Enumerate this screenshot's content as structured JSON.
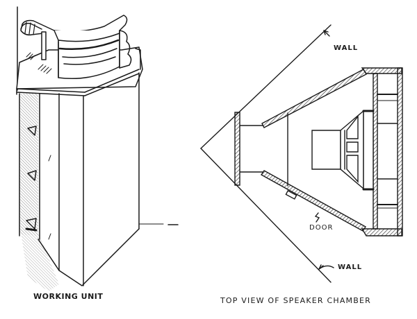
{
  "figure": {
    "left_panel": {
      "caption": "WORKING UNIT",
      "subject": "corner speaker cabinet, perspective view"
    },
    "right_panel": {
      "caption": "TOP VIEW OF SPEAKER CHAMBER",
      "labels": {
        "wall_top": "WALL",
        "wall_bottom": "WALL",
        "door": "DOOR"
      }
    }
  },
  "colors": {
    "ink": "#1a1a1a",
    "background": "#ffffff",
    "hatch": "#555555"
  }
}
